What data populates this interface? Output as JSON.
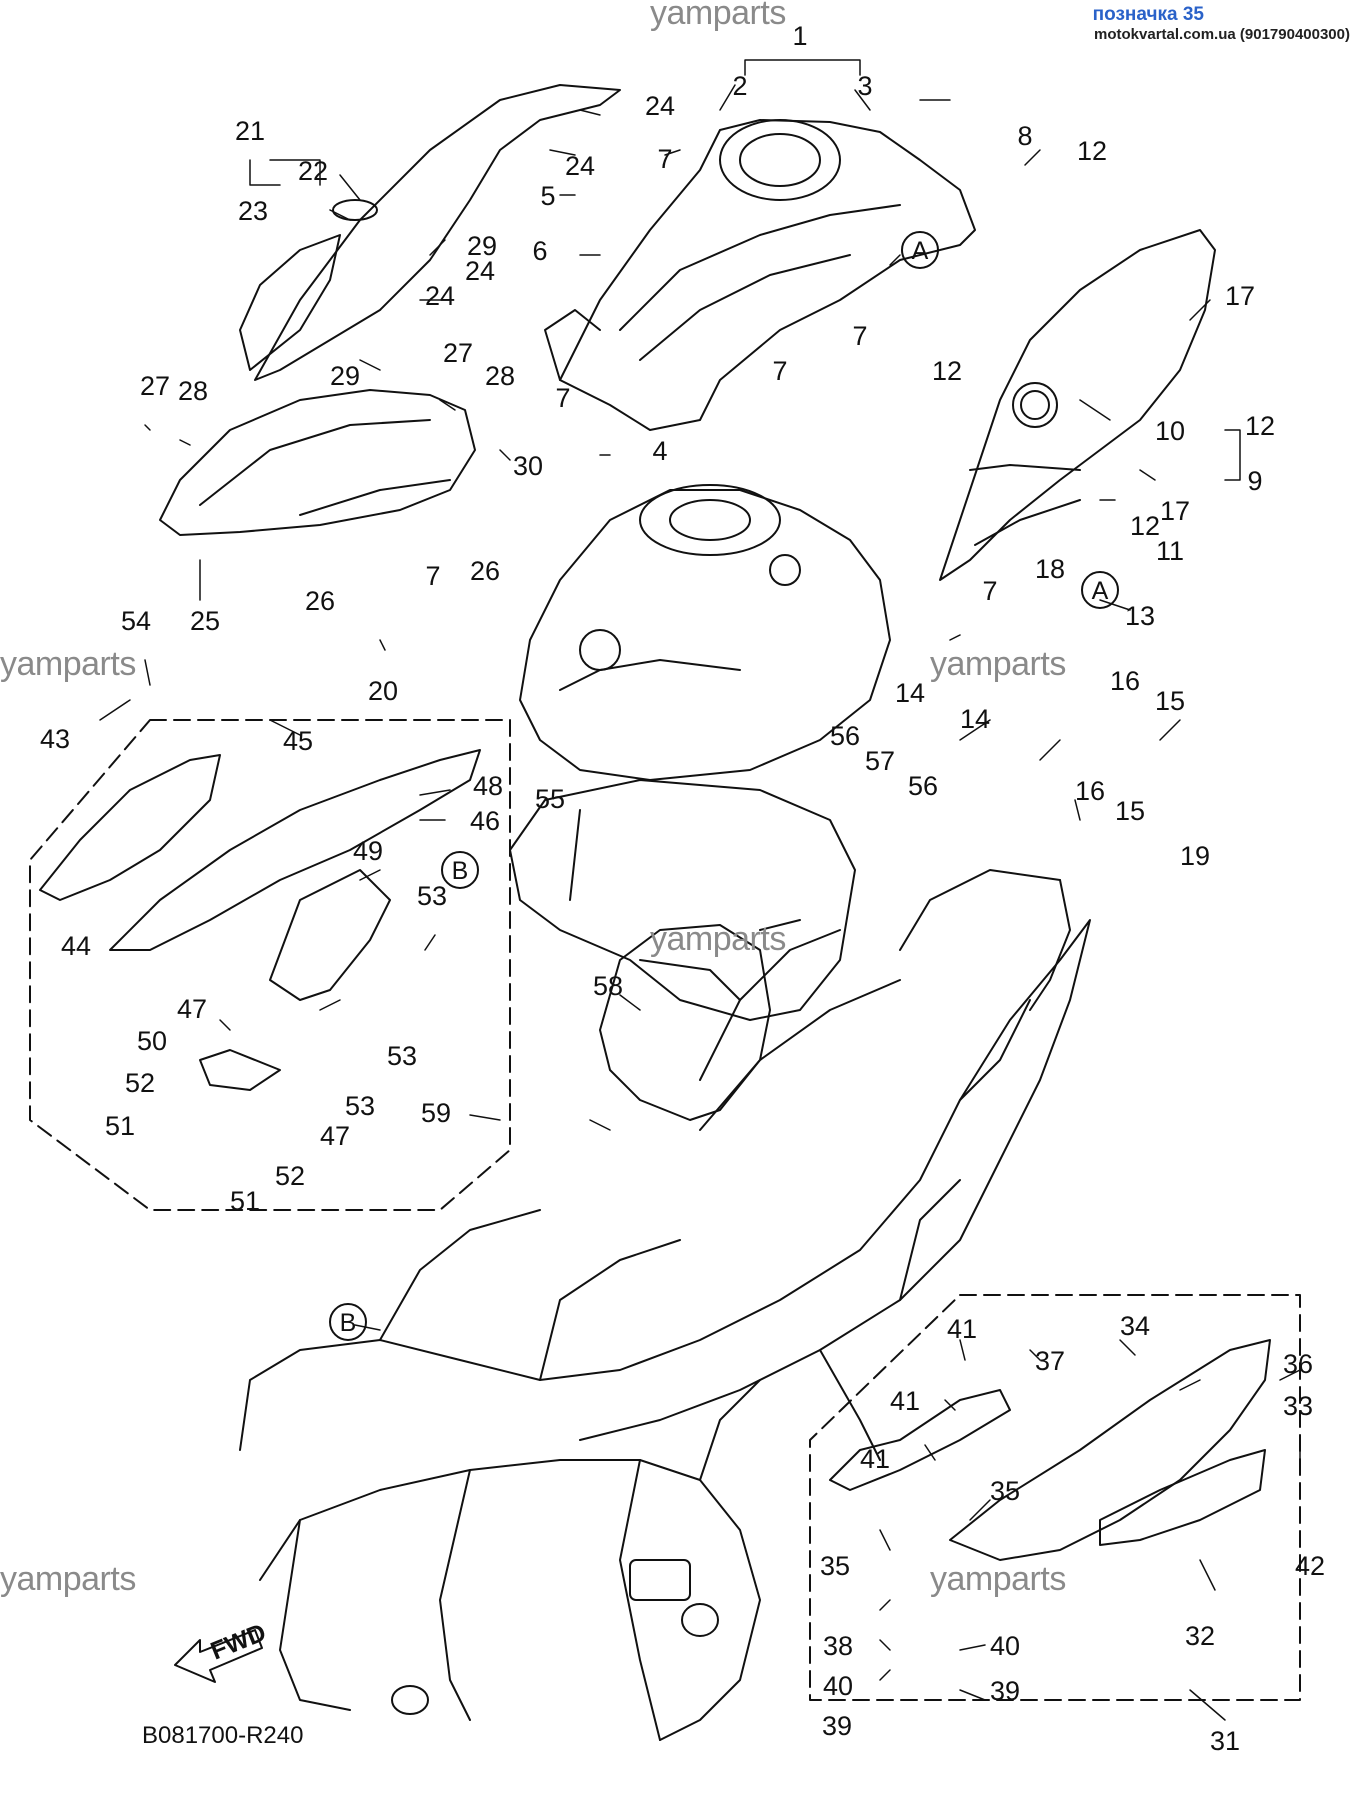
{
  "header": {
    "title": "позначка 35",
    "source": "motokvartal.com.ua (901790400300)"
  },
  "watermark": "yamparts",
  "diagram_code": "B081700-R240",
  "fwd_label": "FWD",
  "ref_markers": [
    "A",
    "B"
  ],
  "colors": {
    "line": "#111111",
    "watermark": "#8a8a8a",
    "header_accent": "#2a62c9"
  },
  "callouts": [
    "1",
    "2",
    "3",
    "4",
    "5",
    "6",
    "7",
    "8",
    "9",
    "10",
    "11",
    "12",
    "13",
    "14",
    "15",
    "16",
    "17",
    "18",
    "19",
    "20",
    "21",
    "22",
    "23",
    "24",
    "25",
    "26",
    "27",
    "28",
    "29",
    "30",
    "31",
    "32",
    "33",
    "34",
    "35",
    "36",
    "37",
    "38",
    "39",
    "40",
    "41",
    "42",
    "43",
    "44",
    "45",
    "46",
    "47",
    "48",
    "49",
    "50",
    "51",
    "52",
    "53",
    "54",
    "55",
    "56",
    "57",
    "58",
    "59"
  ]
}
